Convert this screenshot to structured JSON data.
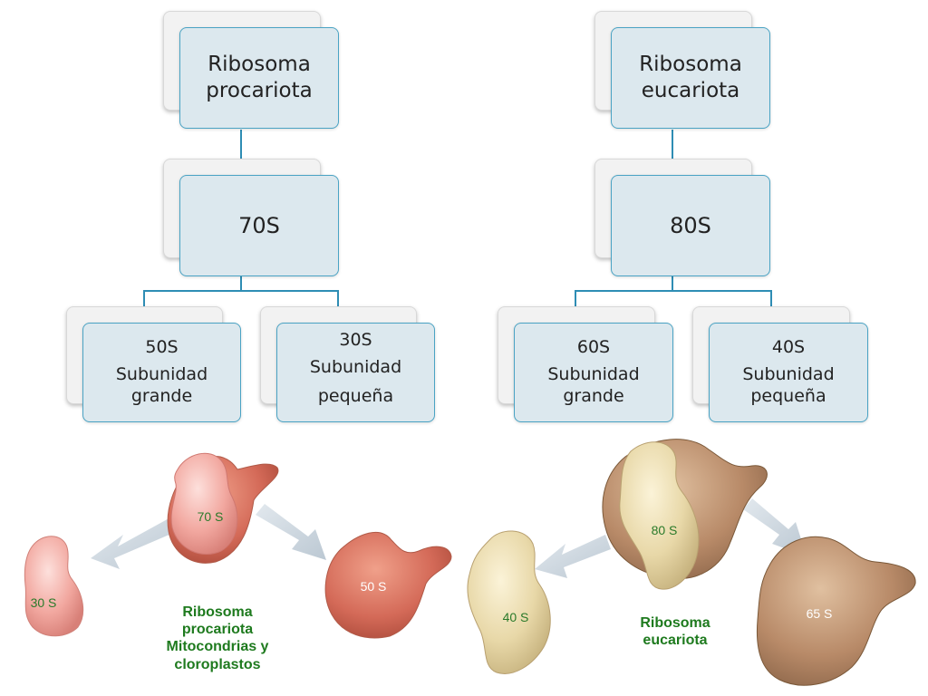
{
  "diagram": {
    "prokaryote": {
      "title_line1": "Ribosoma",
      "title_line2": "procariota",
      "whole": "70S",
      "large_value": "50S",
      "large_line1": "Subunidad",
      "large_line2": "grande",
      "small_value": "30S",
      "small_line1": "Subunidad",
      "small_line2": "pequeña"
    },
    "eukaryote": {
      "title_line1": "Ribosoma",
      "title_line2": "eucariota",
      "whole": "80S",
      "large_value": "60S",
      "large_line1": "Subunidad",
      "large_line2": "grande",
      "small_value": "40S",
      "small_line1": "Subunidad",
      "small_line2": "pequeña"
    }
  },
  "illustration": {
    "prokaryote": {
      "whole_label": "70 S",
      "small_label": "30 S",
      "large_label": "50 S",
      "caption_line1": "Ribosoma",
      "caption_line2": "procariota",
      "caption_line3": "Mitocondrias y",
      "caption_line4": "cloroplastos"
    },
    "eukaryote": {
      "whole_label": "80 S",
      "small_label": "40 S",
      "large_label": "65 S",
      "caption_line1": "Ribosoma",
      "caption_line2": "eucariota"
    }
  },
  "colors": {
    "box_fill": "#dce8ee",
    "box_border": "#4aa3c4",
    "connector": "#2e8db4",
    "caption_green": "#1e7a1e"
  }
}
